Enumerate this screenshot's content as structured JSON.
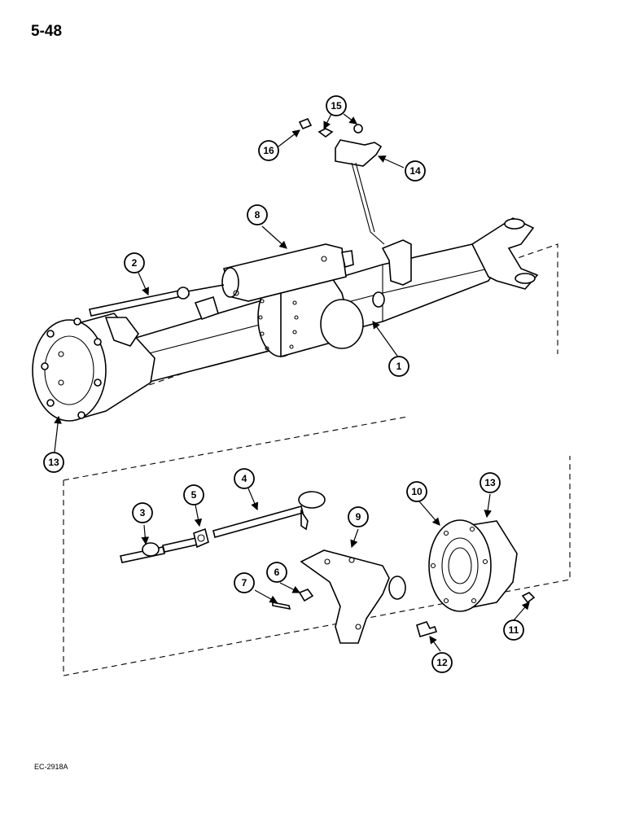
{
  "page_number": "5-48",
  "figure_code": "EC-2918A",
  "callouts": [
    {
      "id": "c1",
      "label": "1"
    },
    {
      "id": "c2",
      "label": "2"
    },
    {
      "id": "c3",
      "label": "3"
    },
    {
      "id": "c4",
      "label": "4"
    },
    {
      "id": "c5",
      "label": "5"
    },
    {
      "id": "c6",
      "label": "6"
    },
    {
      "id": "c7",
      "label": "7"
    },
    {
      "id": "c8",
      "label": "8"
    },
    {
      "id": "c9",
      "label": "9"
    },
    {
      "id": "c10",
      "label": "10"
    },
    {
      "id": "c11",
      "label": "11"
    },
    {
      "id": "c12",
      "label": "12"
    },
    {
      "id": "c13a",
      "label": "13"
    },
    {
      "id": "c13b",
      "label": "13"
    },
    {
      "id": "c14",
      "label": "14"
    },
    {
      "id": "c15",
      "label": "15"
    },
    {
      "id": "c16",
      "label": "16"
    }
  ]
}
